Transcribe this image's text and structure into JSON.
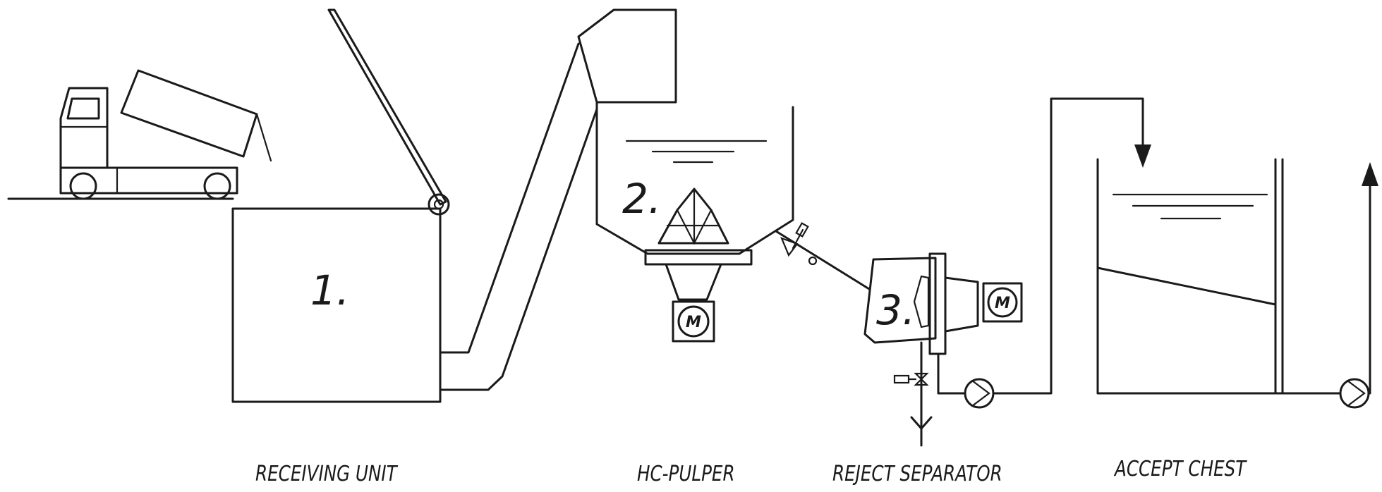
{
  "stations": [
    {
      "number": "1.",
      "caption": "RECEIVING UNIT"
    },
    {
      "number": "2.",
      "caption": "HC-PULPER"
    },
    {
      "number": "3.",
      "caption": "REJECT SEPARATOR"
    },
    {
      "number": "",
      "caption": "ACCEPT CHEST"
    }
  ],
  "motor_label": "M",
  "colors": {
    "line": "#1a1a1a",
    "background": "#ffffff"
  }
}
